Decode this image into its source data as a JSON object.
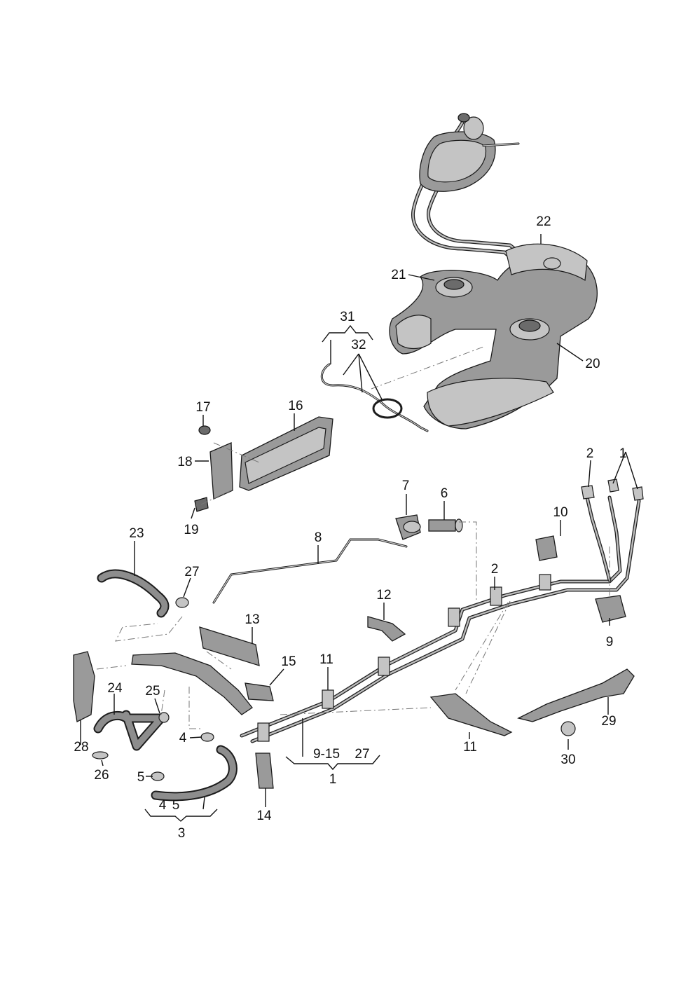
{
  "labels": {
    "l1a": "1",
    "l1b": "1",
    "l2a": "2",
    "l2b": "2",
    "l3": "3",
    "l4a": "4",
    "l4b": "4",
    "l5a": "5",
    "l5b": "5",
    "l6": "6",
    "l7": "7",
    "l8": "8",
    "l9": "9",
    "l915": "9-15",
    "l10": "10",
    "l11a": "11",
    "l11b": "11",
    "l12": "12",
    "l13": "13",
    "l14": "14",
    "l15": "15",
    "l16": "16",
    "l17": "17",
    "l18": "18",
    "l19": "19",
    "l20": "20",
    "l21": "21",
    "l22": "22",
    "l23": "23",
    "l24": "24",
    "l25": "25",
    "l26": "26",
    "l27a": "27",
    "l27b": "27",
    "l28": "28",
    "l29": "29",
    "l30": "30",
    "l31": "31",
    "l32": "32"
  },
  "colors": {
    "line": "#111111",
    "part_fill": "#9a9a9a",
    "background": "#ffffff"
  }
}
